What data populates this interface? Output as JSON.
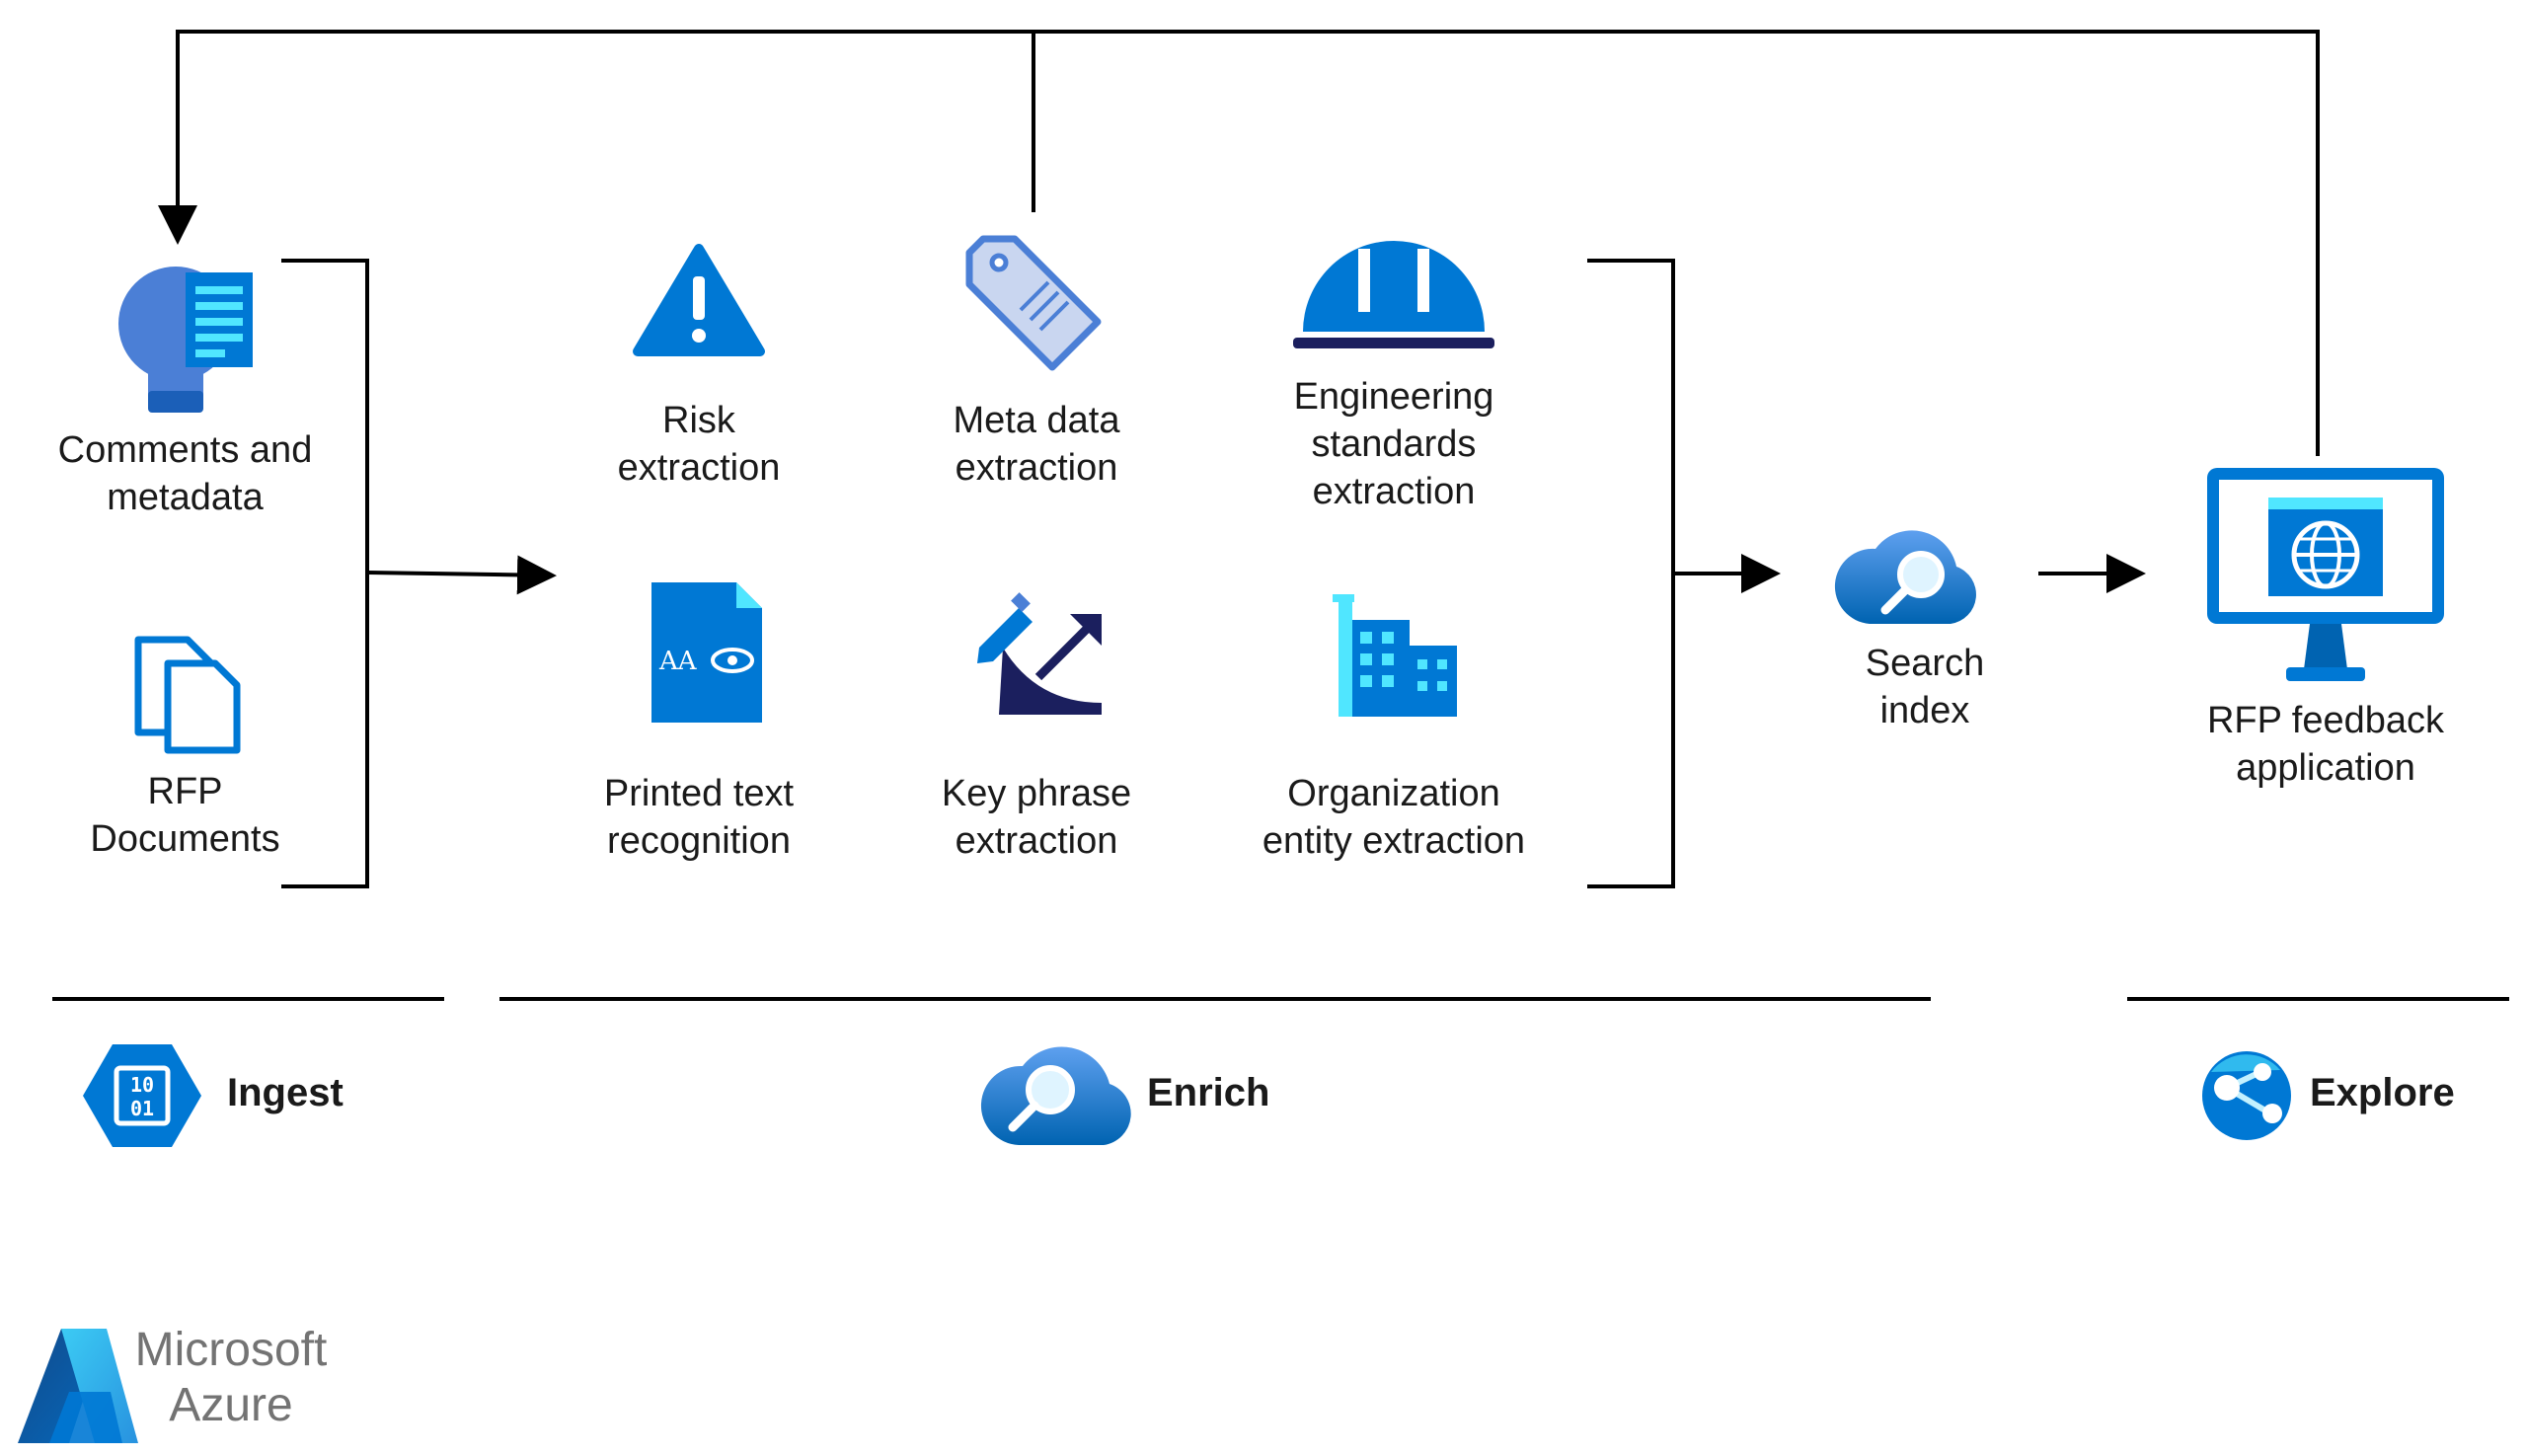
{
  "nodes": {
    "comments": {
      "label": "Comments and\nmetadata",
      "icon": "lightbulb-document-icon"
    },
    "rfp_docs": {
      "label": "RFP\nDocuments",
      "icon": "documents-icon"
    },
    "risk": {
      "label": "Risk\nextraction",
      "icon": "warning-icon"
    },
    "metadata": {
      "label": "Meta data\nextraction",
      "icon": "tag-icon"
    },
    "engineering": {
      "label": "Engineering\nstandards\nextraction",
      "icon": "hard-hat-icon"
    },
    "printed_text": {
      "label": "Printed text\nrecognition",
      "icon": "text-recognition-icon"
    },
    "key_phrase": {
      "label": "Key phrase\nextraction",
      "icon": "pen-arrow-icon"
    },
    "organization": {
      "label": "Organization\nentity extraction",
      "icon": "building-icon"
    },
    "search_index": {
      "label": "Search\nindex",
      "icon": "cloud-search-icon"
    },
    "rfp_app": {
      "label": "RFP feedback\napplication",
      "icon": "monitor-globe-icon"
    }
  },
  "sections": {
    "ingest": {
      "label": "Ingest",
      "icon": "binary-hexagon-icon"
    },
    "enrich": {
      "label": "Enrich",
      "icon": "cloud-search-icon"
    },
    "explore": {
      "label": "Explore",
      "icon": "web-app-icon"
    }
  },
  "brand": {
    "text": "Microsoft\nAzure",
    "icon": "azure-logo-icon"
  },
  "colors": {
    "primary_blue": "#0078D4",
    "light_blue": "#50E6FF",
    "dark_navy": "#1B1F5E",
    "line": "#000000"
  }
}
